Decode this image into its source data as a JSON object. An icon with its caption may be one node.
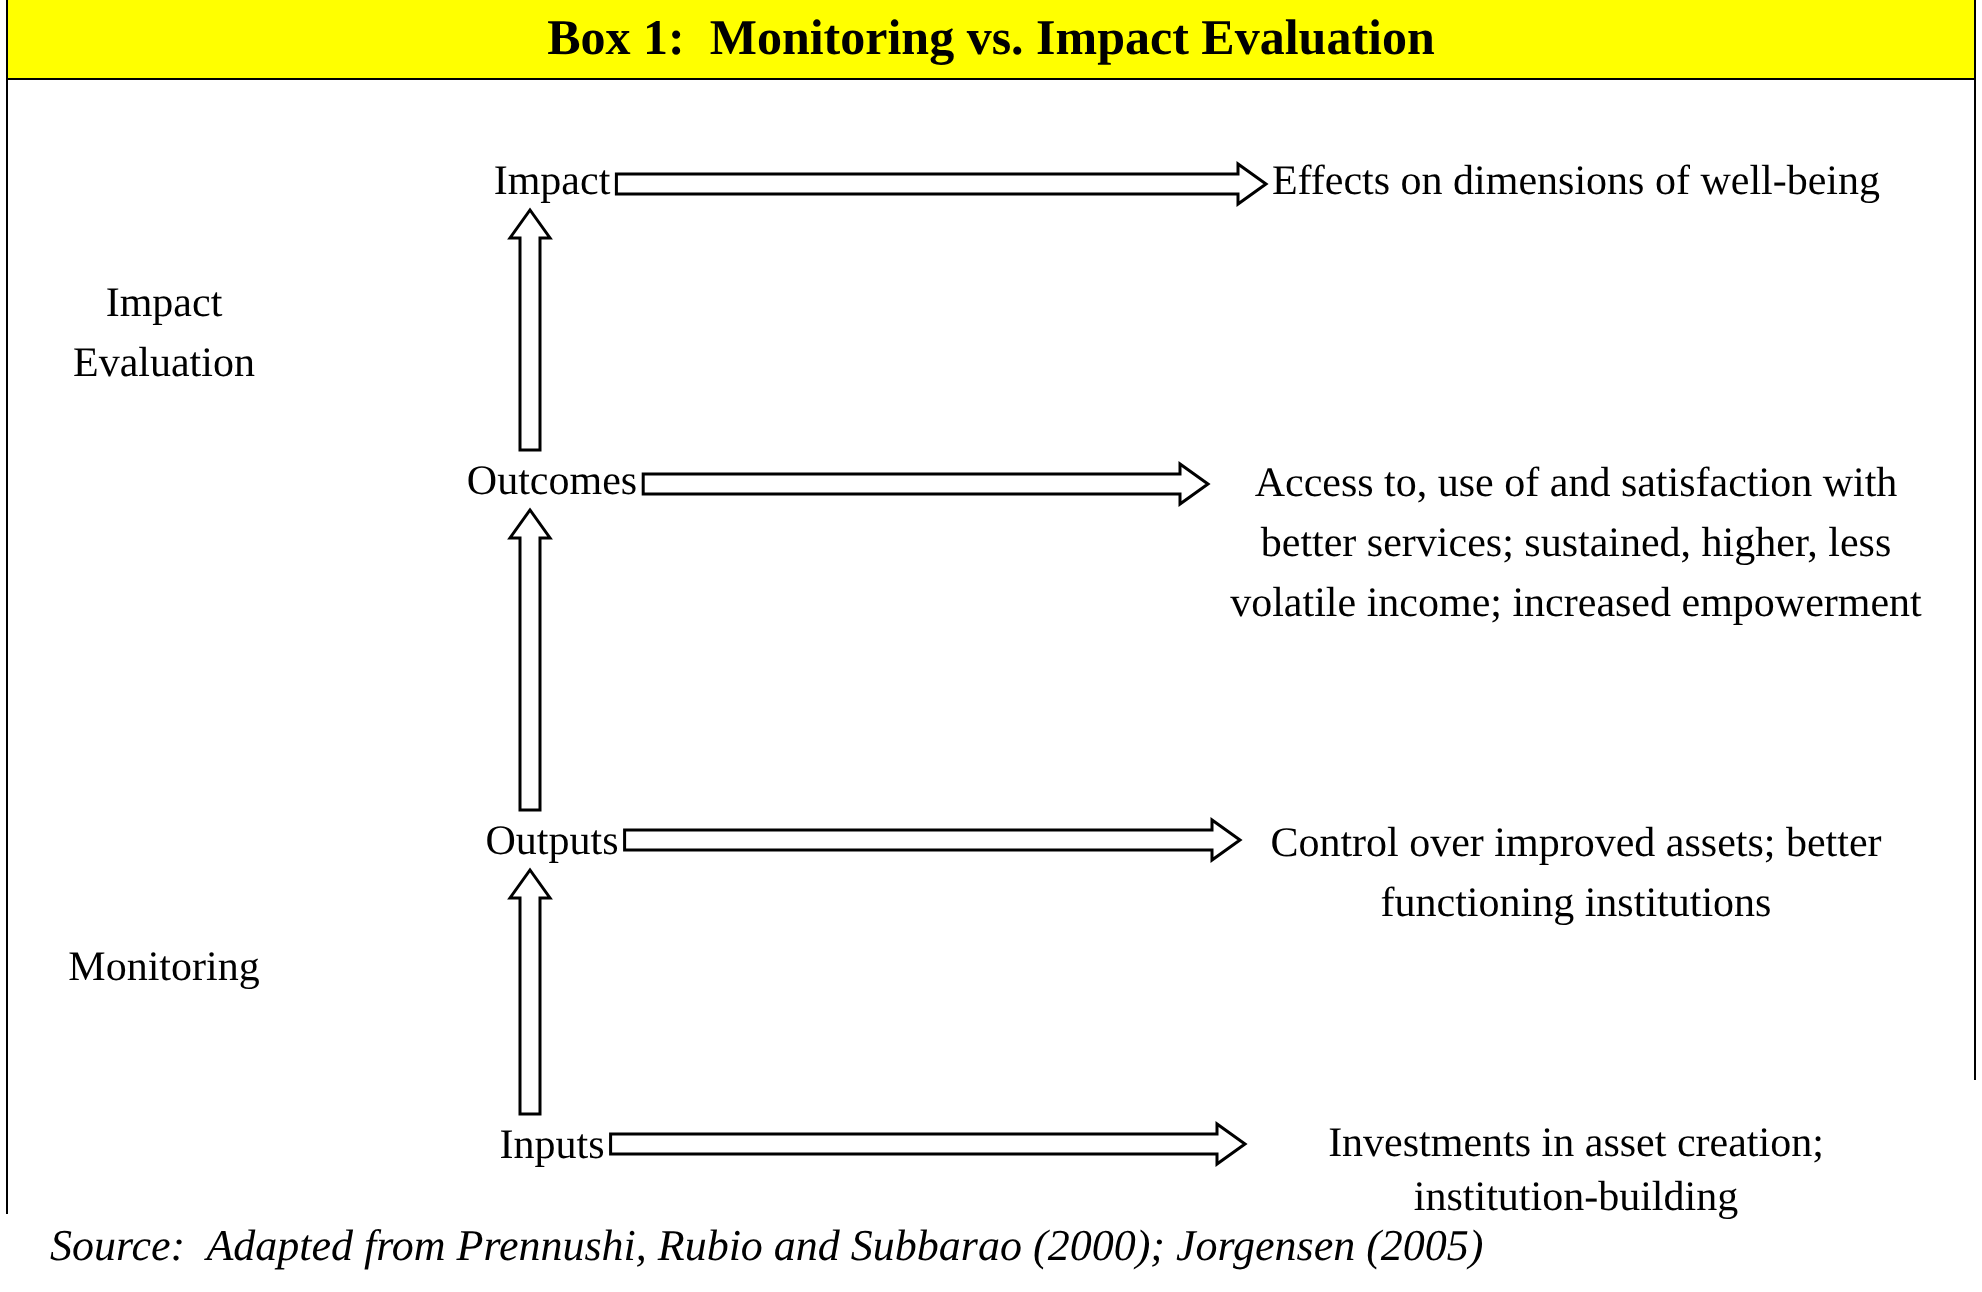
{
  "diagram": {
    "title": "Box 1:  Monitoring vs. Impact Evaluation",
    "caption": "Source:  Adapted from Prennushi, Rubio and Subbarao (2000); Jorgensen (2005)",
    "nodes": [
      {
        "text": [
          "Impact"
        ]
      },
      {
        "text": [
          "Effects on dimensions of well-being"
        ]
      },
      {
        "text": [
          "Outcomes"
        ]
      },
      {
        "text": [
          "Access to, use of and satisfaction with better services; sustained, higher, less volatile income; increased empowerment"
        ]
      },
      {
        "text": [
          "Outputs"
        ]
      },
      {
        "text": [
          "Control over improved assets; better functioning institutions"
        ]
      },
      {
        "text": [
          "Inputs"
        ]
      },
      {
        "text": [
          "Investments in asset creation; institution-building"
        ]
      }
    ],
    "edges": [
      {
        "from": 0,
        "to": 1,
        "arrow": "to"
      },
      {
        "from": 2,
        "to": 3,
        "arrow": "to"
      },
      {
        "from": 4,
        "to": 5,
        "arrow": "to"
      },
      {
        "from": 6,
        "to": 7,
        "arrow": "to"
      },
      {
        "from": 2,
        "to": 0,
        "arrow": "to"
      },
      {
        "from": 4,
        "to": 2,
        "arrow": "to"
      },
      {
        "from": 6,
        "to": 4,
        "arrow": "to"
      }
    ],
    "labels": [
      "Impact Evaluation",
      "Monitoring"
    ]
  }
}
